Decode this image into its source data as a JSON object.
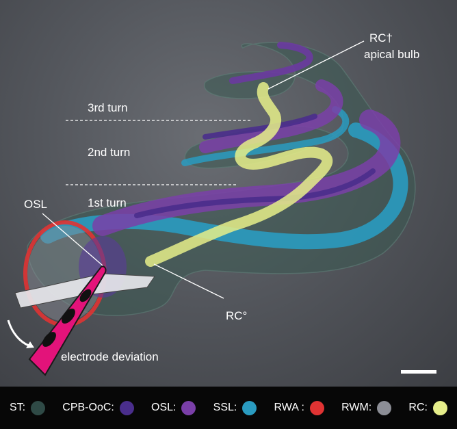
{
  "labels": {
    "rc_dagger": "RC†",
    "apical_bulb": "apical bulb",
    "third_turn": "3rd turn",
    "second_turn": "2nd turn",
    "first_turn": "1st turn",
    "osl": "OSL",
    "rc_degree": "RC°",
    "electrode_deviation": "electrode deviation"
  },
  "legend": [
    {
      "label": "ST:",
      "color": "#2f4a46"
    },
    {
      "label": "CPB-OoC:",
      "color": "#4a2e8c"
    },
    {
      "label": "OSL:",
      "color": "#7a3fa8"
    },
    {
      "label": "SSL:",
      "color": "#2a9bc0"
    },
    {
      "label": "RWA :",
      "color": "#e03333"
    },
    {
      "label": "RWM:",
      "color": "#8c8e96"
    },
    {
      "label": "RC:",
      "color": "#e6ee8a"
    }
  ],
  "colors": {
    "electrode": "#e3137a",
    "scala_tympani": "#3b5a52",
    "background": "#56595f"
  }
}
